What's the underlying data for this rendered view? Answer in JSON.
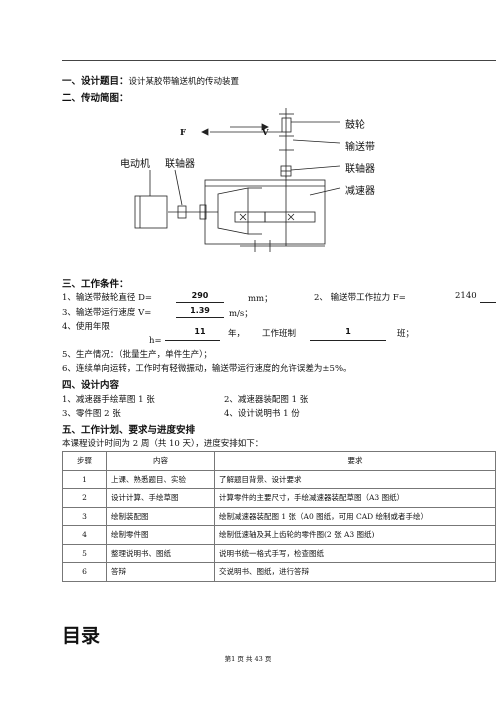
{
  "section1": {
    "label": "一、设计题目：",
    "text": "设计某胶带输送机的传动装置"
  },
  "section2": {
    "label": "二、传动简图："
  },
  "diagram": {
    "label_F": "F",
    "label_V": "V",
    "label_drum": "鼓轮",
    "label_belt": "输送带",
    "label_coupling_right": "联轴器",
    "label_reducer": "减速器",
    "label_motor": "电动机",
    "label_coupling_left": "联轴器"
  },
  "section3": {
    "label": "三、工作条件：",
    "item1": {
      "prefix": "1、输送带鼓轮直径 D=",
      "value": "290",
      "unit": "mm；"
    },
    "item2": {
      "prefix": "2、 输送带工作拉力 F=",
      "value": "2140"
    },
    "item3": {
      "prefix": "3、输送带运行速度 V=",
      "value": "1.39",
      "unit": "m/s；"
    },
    "item4": {
      "prefix": "4、使用年限",
      "h_label": "h=",
      "years_value": "11",
      "years_unit": "年，",
      "shift_label": "工作班制",
      "shift_value": "1",
      "shift_unit": "班；"
    },
    "item5": "5、生产情况：（批量生产，单件生产）；",
    "item6": "6、连续单向运转，工作时有轻微振动，输送带运行速度的允许误差为±5%。"
  },
  "section4": {
    "label": "四、设计内容",
    "c1": "1、减速器手绘草图 1 张",
    "c2": "2、减速器装配图 1 张",
    "c3": "3、零件图 2 张",
    "c4": "4、设计说明书 1 份"
  },
  "section5": {
    "label": "五、工作计划、要求与进度安排",
    "intro": "本课程设计时间为 2 周（共 10 天），进度安排如下："
  },
  "plan_table": {
    "headers": [
      "步骤",
      "内容",
      "要求"
    ],
    "rows": [
      [
        "1",
        "上课、熟悉题目、实验",
        "了解题目背景、设计要求"
      ],
      [
        "2",
        "设计计算、手绘草图",
        "计算零件的主要尺寸，手绘减速器装配草图（A3 图纸）"
      ],
      [
        "3",
        "绘制装配图",
        "绘制减速器装配图 1 张（A0 图纸，可用 CAD 绘制或者手绘）"
      ],
      [
        "4",
        "绘制零件图",
        "绘制低速轴及其上齿轮的零件图(2 张 A3 图纸)"
      ],
      [
        "5",
        "整理说明书、图纸",
        "说明书统一格式手写，检查图纸"
      ],
      [
        "6",
        "答辩",
        "交说明书、图纸，进行答辩"
      ]
    ]
  },
  "toc_title": "目录",
  "footer": "第1 页 共 43 页"
}
